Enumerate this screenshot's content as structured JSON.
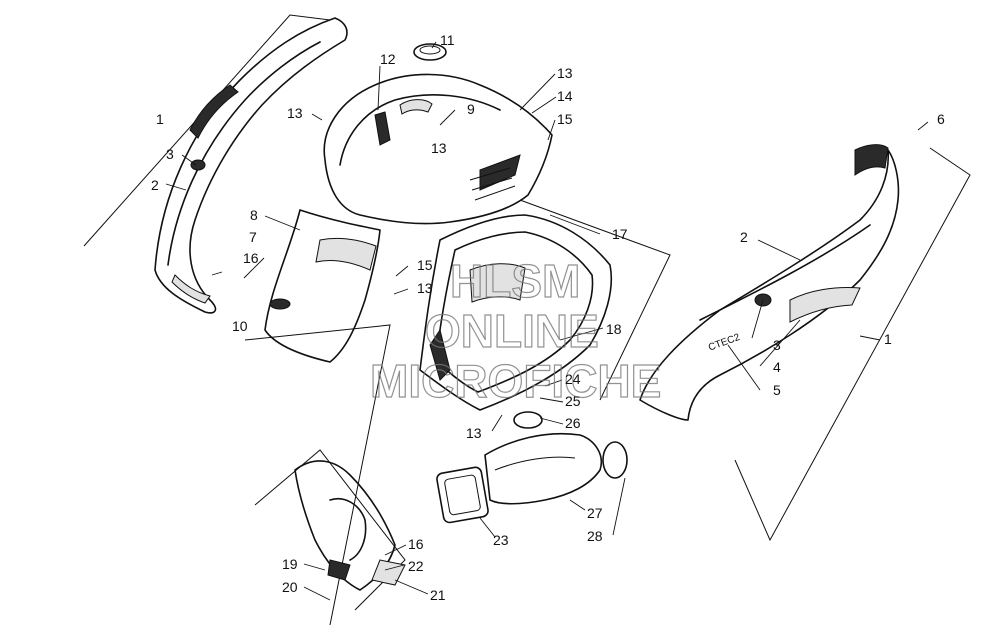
{
  "watermark": {
    "line1": "HLSM",
    "line2": "ONLINE",
    "line3": "MICROFICHE"
  },
  "decal_text": "CTEC2",
  "callouts": [
    "1",
    "2",
    "3",
    "4",
    "5",
    "6",
    "7",
    "8",
    "9",
    "10",
    "11",
    "12",
    "13",
    "14",
    "15",
    "16",
    "17",
    "18",
    "19",
    "20",
    "21",
    "22",
    "23",
    "24",
    "25",
    "26",
    "27",
    "28"
  ]
}
